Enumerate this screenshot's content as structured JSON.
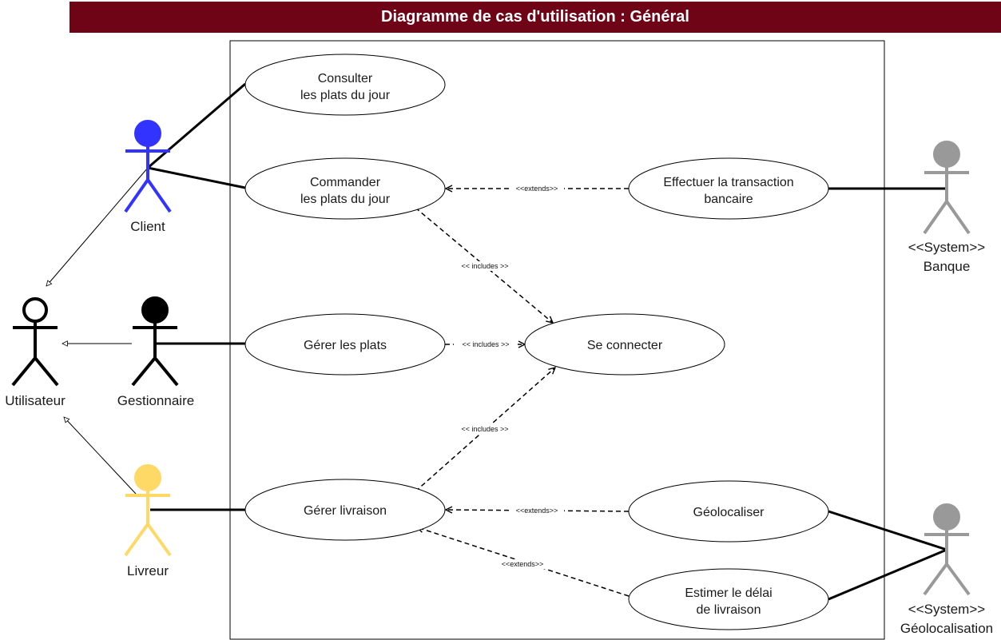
{
  "title": "Diagramme de cas d'utilisation : Général",
  "actors": {
    "client": "Client",
    "utilisateur": "Utilisateur",
    "gestionnaire": "Gestionnaire",
    "livreur": "Livreur",
    "banque_stereo": "<<System>>",
    "banque": "Banque",
    "geo_stereo": "<<System>>",
    "geo": "Géolocalisation"
  },
  "usecases": {
    "consulter_1": "Consulter",
    "consulter_2": "les plats du jour",
    "commander_1": "Commander",
    "commander_2": "les plats du jour",
    "transaction_1": "Effectuer la transaction",
    "transaction_2": "bancaire",
    "gerer_plats": "Gérer les plats",
    "se_connecter": "Se connecter",
    "gerer_livraison": "Gérer livraison",
    "geolocaliser": "Géolocaliser",
    "estimer_1": "Estimer le délai",
    "estimer_2": "de livraison"
  },
  "relations": {
    "extends_transaction": "<<extends>>",
    "includes_commander": "<< includes >>",
    "includes_plats": "<< includes >>",
    "includes_livraison": "<< includes >>",
    "extends_geoloc": "<<extends>>",
    "extends_estimer": "<<extends>>"
  },
  "colors": {
    "title_bg": "#6f0417",
    "client": "#3333ff",
    "livreur": "#ffd966",
    "system": "#999999",
    "black": "#000000"
  }
}
